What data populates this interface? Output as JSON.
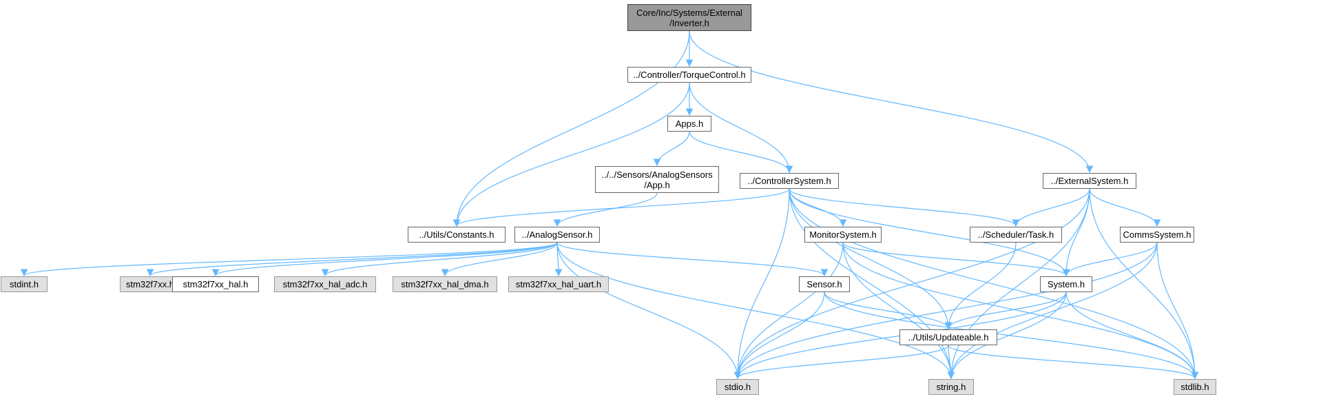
{
  "colors": {
    "edge": "#63b8ff",
    "root_fill": "#999999",
    "external_fill": "#e0e0e0",
    "node_border": "#666666"
  },
  "nodes": {
    "inverter_h": {
      "label": "Core/Inc/Systems/External\n/Inverter.h",
      "kind": "root"
    },
    "torquecontrol_h": {
      "label": "../Controller/TorqueControl.h",
      "kind": "file"
    },
    "apps_h": {
      "label": "Apps.h",
      "kind": "file"
    },
    "app_h": {
      "label": "../../Sensors/AnalogSensors\n/App.h",
      "kind": "file"
    },
    "controllersystem_h": {
      "label": "../ControllerSystem.h",
      "kind": "file"
    },
    "externalsystem_h": {
      "label": "../ExternalSystem.h",
      "kind": "file"
    },
    "constants_h": {
      "label": "../Utils/Constants.h",
      "kind": "file"
    },
    "analogsensor_h": {
      "label": "../AnalogSensor.h",
      "kind": "file"
    },
    "monitorsystem_h": {
      "label": "MonitorSystem.h",
      "kind": "file"
    },
    "task_h": {
      "label": "../Scheduler/Task.h",
      "kind": "file"
    },
    "commssystem_h": {
      "label": "CommsSystem.h",
      "kind": "file"
    },
    "stdint_h": {
      "label": "stdint.h",
      "kind": "external"
    },
    "stm32f7xx_h": {
      "label": "stm32f7xx.h",
      "kind": "external"
    },
    "stm32f7xx_hal_h": {
      "label": "stm32f7xx_hal.h",
      "kind": "file"
    },
    "stm32f7xx_hal_adc_h": {
      "label": "stm32f7xx_hal_adc.h",
      "kind": "external"
    },
    "stm32f7xx_hal_dma_h": {
      "label": "stm32f7xx_hal_dma.h",
      "kind": "external"
    },
    "stm32f7xx_hal_uart_h": {
      "label": "stm32f7xx_hal_uart.h",
      "kind": "external"
    },
    "sensor_h": {
      "label": "Sensor.h",
      "kind": "file"
    },
    "system_h": {
      "label": "System.h",
      "kind": "file"
    },
    "updateable_h": {
      "label": "../Utils/Updateable.h",
      "kind": "file"
    },
    "stdio_h": {
      "label": "stdio.h",
      "kind": "external"
    },
    "string_h": {
      "label": "string.h",
      "kind": "external"
    },
    "stdlib_h": {
      "label": "stdlib.h",
      "kind": "external"
    }
  },
  "edges": [
    [
      "inverter_h",
      "torquecontrol_h"
    ],
    [
      "inverter_h",
      "constants_h"
    ],
    [
      "inverter_h",
      "externalsystem_h"
    ],
    [
      "torquecontrol_h",
      "apps_h"
    ],
    [
      "torquecontrol_h",
      "controllersystem_h"
    ],
    [
      "torquecontrol_h",
      "constants_h"
    ],
    [
      "apps_h",
      "app_h"
    ],
    [
      "apps_h",
      "controllersystem_h"
    ],
    [
      "app_h",
      "analogsensor_h"
    ],
    [
      "controllersystem_h",
      "constants_h"
    ],
    [
      "controllersystem_h",
      "monitorsystem_h"
    ],
    [
      "controllersystem_h",
      "task_h"
    ],
    [
      "controllersystem_h",
      "system_h"
    ],
    [
      "controllersystem_h",
      "updateable_h"
    ],
    [
      "controllersystem_h",
      "stdio_h"
    ],
    [
      "controllersystem_h",
      "string_h"
    ],
    [
      "controllersystem_h",
      "stdlib_h"
    ],
    [
      "externalsystem_h",
      "task_h"
    ],
    [
      "externalsystem_h",
      "commssystem_h"
    ],
    [
      "externalsystem_h",
      "system_h"
    ],
    [
      "externalsystem_h",
      "stdio_h"
    ],
    [
      "externalsystem_h",
      "string_h"
    ],
    [
      "externalsystem_h",
      "stdlib_h"
    ],
    [
      "analogsensor_h",
      "stdint_h"
    ],
    [
      "analogsensor_h",
      "stm32f7xx_h"
    ],
    [
      "analogsensor_h",
      "stm32f7xx_hal_h"
    ],
    [
      "analogsensor_h",
      "stm32f7xx_hal_adc_h"
    ],
    [
      "analogsensor_h",
      "stm32f7xx_hal_dma_h"
    ],
    [
      "analogsensor_h",
      "stm32f7xx_hal_uart_h"
    ],
    [
      "analogsensor_h",
      "sensor_h"
    ],
    [
      "analogsensor_h",
      "stdio_h"
    ],
    [
      "analogsensor_h",
      "string_h"
    ],
    [
      "monitorsystem_h",
      "system_h"
    ],
    [
      "monitorsystem_h",
      "stdio_h"
    ],
    [
      "monitorsystem_h",
      "string_h"
    ],
    [
      "monitorsystem_h",
      "stdlib_h"
    ],
    [
      "task_h",
      "updateable_h"
    ],
    [
      "commssystem_h",
      "system_h"
    ],
    [
      "commssystem_h",
      "stdio_h"
    ],
    [
      "commssystem_h",
      "string_h"
    ],
    [
      "commssystem_h",
      "stdlib_h"
    ],
    [
      "sensor_h",
      "updateable_h"
    ],
    [
      "sensor_h",
      "stdio_h"
    ],
    [
      "sensor_h",
      "stdlib_h"
    ],
    [
      "system_h",
      "updateable_h"
    ],
    [
      "system_h",
      "stdio_h"
    ],
    [
      "system_h",
      "string_h"
    ],
    [
      "system_h",
      "stdlib_h"
    ],
    [
      "updateable_h",
      "stdio_h"
    ],
    [
      "updateable_h",
      "string_h"
    ],
    [
      "updateable_h",
      "stdlib_h"
    ]
  ]
}
